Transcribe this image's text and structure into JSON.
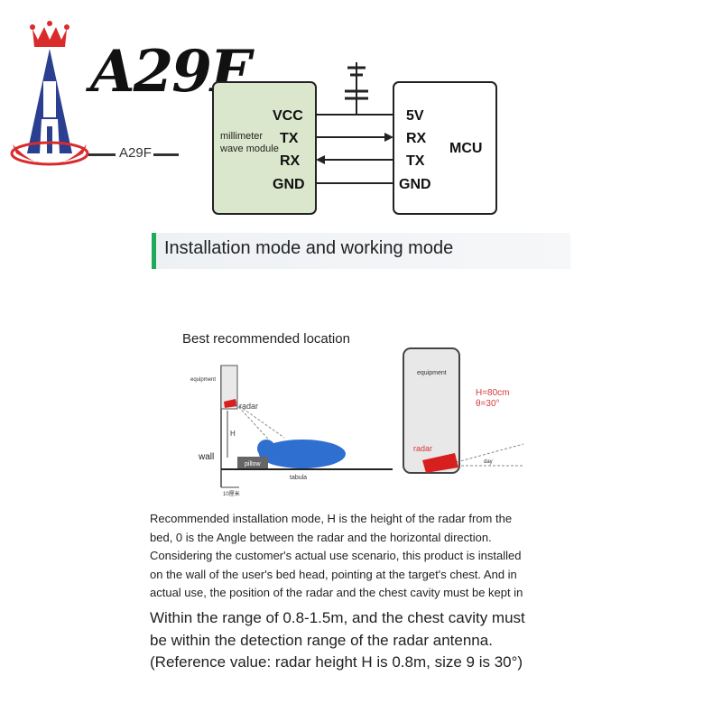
{
  "brand": {
    "logo_text": "A29F",
    "sub_text": "A29F"
  },
  "wiring": {
    "module_name_line1": "millimeter",
    "module_name_line2": "wave module",
    "module_pins": [
      "VCC",
      "TX",
      "RX",
      "GND"
    ],
    "mcu_pins": [
      "5V",
      "RX",
      "TX",
      "GND"
    ],
    "mcu_label": "MCU",
    "module_color": "#dbe7cc"
  },
  "section": {
    "heading": "Installation mode and working mode",
    "accent_color": "#1fa95a"
  },
  "best_location": {
    "title": "Best recommended location",
    "left": {
      "equipment": "equipment",
      "radar": "radar",
      "h": "H",
      "wall": "wall",
      "pillow": "pillow",
      "tabula": "tabula",
      "distance": "10厘米"
    },
    "right": {
      "equipment": "equipment",
      "h_value": "H=80cm",
      "theta_value": "θ=30°",
      "radar": "radar",
      "ray": "day"
    }
  },
  "description": {
    "small_lines": [
      "Recommended installation mode, H is the height of the radar from the",
      "bed, 0 is the Angle between the radar and the horizontal direction.",
      "Considering the customer's actual use scenario, this product is installed",
      "on the wall of the user's bed head, pointing at the target's chest. And in",
      "actual use, the position of the radar and the chest cavity must be kept in"
    ],
    "large_lines": [
      "Within the range of 0.8-1.5m, and the chest cavity must",
      "be within the detection range of the radar antenna.",
      "(Reference value: radar height H is 0.8m, size 9 is 30°)"
    ]
  }
}
